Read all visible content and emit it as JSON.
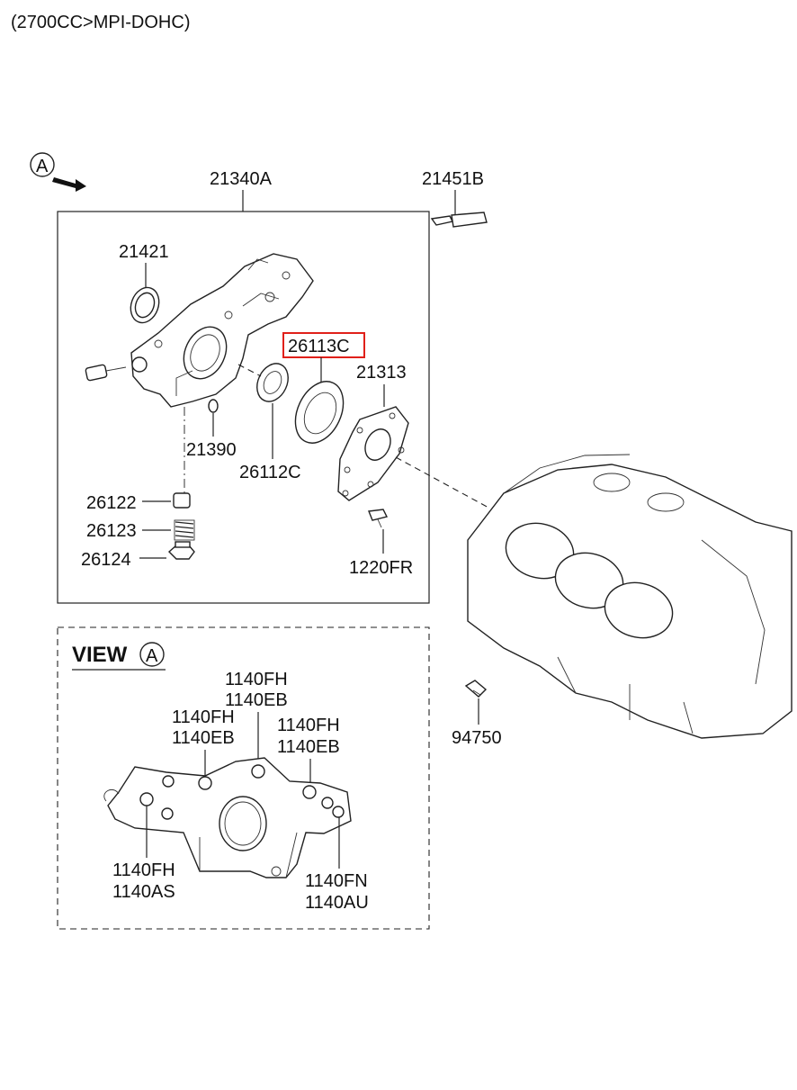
{
  "header": {
    "engine_spec": "(2700CC>MPI-DOHC)"
  },
  "view_ref": {
    "letter": "A",
    "view_word": "VIEW"
  },
  "parts": {
    "p21340A": "21340A",
    "p21451B": "21451B",
    "p21421": "21421",
    "p26113C": "26113C",
    "p21313": "21313",
    "p21390": "21390",
    "p26112C": "26112C",
    "p26122": "26122",
    "p26123": "26123",
    "p26124": "26124",
    "p1220FR": "1220FR",
    "p94750": "94750"
  },
  "view_labels": {
    "top_a1": "1140FH",
    "top_a2": "1140EB",
    "left_b1": "1140FH",
    "left_b2": "1140EB",
    "right_c1": "1140FH",
    "right_c2": "1140EB",
    "bottom_l1": "1140FH",
    "bottom_l2": "1140AS",
    "bottom_r1": "1140FN",
    "bottom_r2": "1140AU"
  },
  "highlight": {
    "part": "26113C",
    "color": "#e0201a"
  }
}
